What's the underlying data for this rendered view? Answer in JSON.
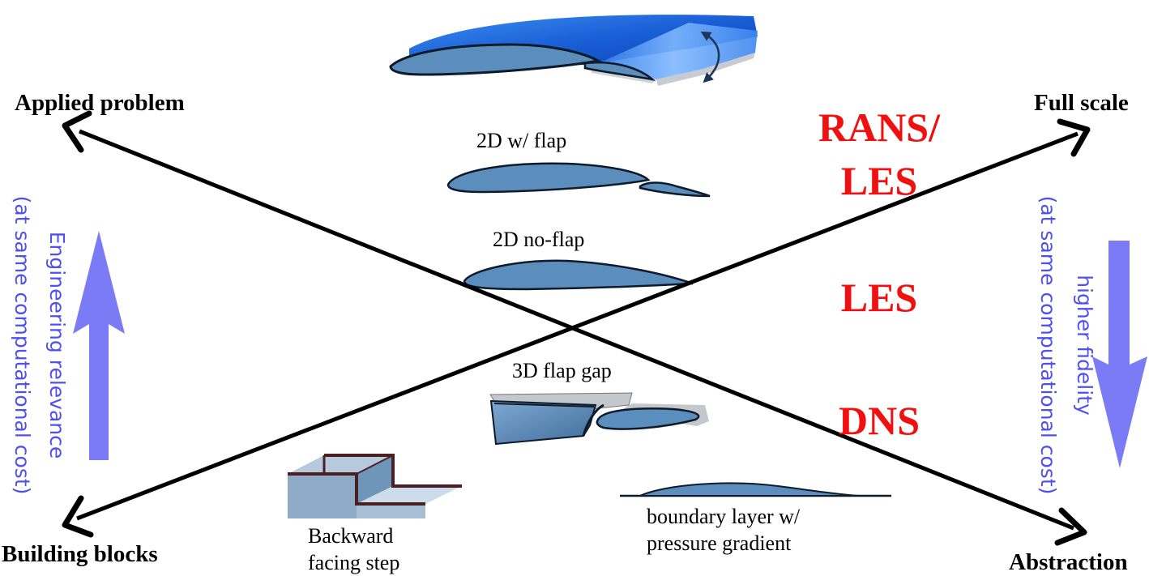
{
  "corners": {
    "top_left": "Applied problem",
    "top_right": "Full scale",
    "bottom_left": "Building blocks",
    "bottom_right": "Abstraction"
  },
  "cases": {
    "two_d_flap": "2D w/ flap",
    "two_d_noflap": "2D no-flap",
    "three_d_gap": "3D flap gap",
    "bfs_line1": "Backward",
    "bfs_line2": "facing step",
    "bl_line1": "boundary layer w/",
    "bl_line2": "pressure gradient"
  },
  "methods": {
    "rans_les_line1": "RANS/",
    "rans_les_line2": "LES",
    "les": "LES",
    "dns": "DNS"
  },
  "left_axis": {
    "line1": "Engineering relevance",
    "line2": "(at same computational cost)"
  },
  "right_axis": {
    "line1": "higher fidelity",
    "line2": "(at same computational cost)"
  },
  "colors": {
    "method_text": "#f01010",
    "side_text": "#5050f0",
    "side_arrow": "#7b7bf5",
    "airfoil_fill": "#5b8dbd",
    "wing_blue": "#1f6fe0",
    "step_edge": "#4a2020"
  }
}
